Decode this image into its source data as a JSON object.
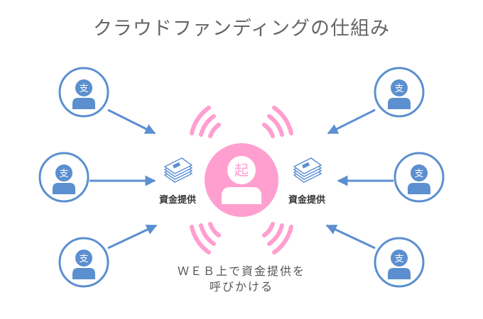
{
  "title": "クラウドファンディングの仕組み",
  "supporter_label": "支",
  "founder_label": "起",
  "funding_label": "資金提供",
  "caption_line1": "ＷＥＢ上で資金提供を",
  "caption_line2": "呼びかける",
  "colors": {
    "supporter_blue": "#5b8fcf",
    "founder_pink": "#ff9fcf",
    "signal_pink": "#ff9fcf",
    "arrow_blue": "#5b8fcf",
    "text_gray": "#666666"
  },
  "icons": {
    "supporter": "person-icon",
    "founder": "person-icon",
    "funding": "money-stack-icon",
    "signal": "broadcast-waves-icon"
  }
}
